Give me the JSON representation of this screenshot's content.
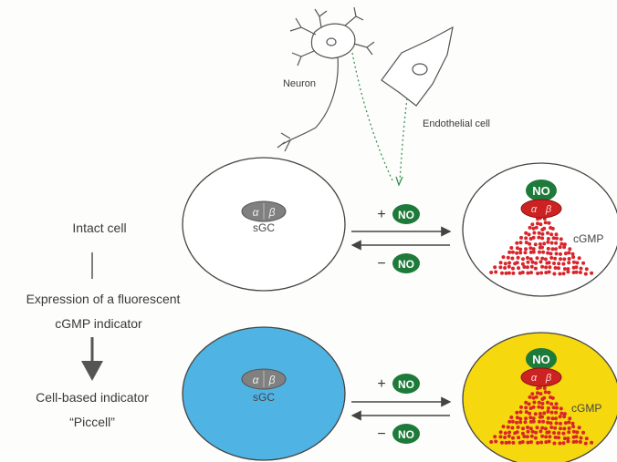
{
  "labels": {
    "neuron": "Neuron",
    "endothelial": "Endothelial cell",
    "intact_cell": "Intact cell",
    "expression_line1": "Expression of a fluorescent",
    "expression_line2": "cGMP indicator",
    "cellbased_line1": "Cell-based indicator",
    "cellbased_line2": "“Piccell”",
    "sgc": "sGC",
    "cgmp": "cGMP",
    "alpha": "α",
    "beta": "β",
    "no": "NO",
    "plus": "+",
    "minus": "−"
  },
  "colors": {
    "text": "#3a3a3a",
    "outline": "#444444",
    "no_green": "#1e7a3a",
    "enzyme_gray": "#808080",
    "enzyme_red": "#cc2222",
    "dots_red": "#d7262b",
    "cell_blue": "#4fb3e3",
    "cell_yellow": "#f6d80f"
  }
}
